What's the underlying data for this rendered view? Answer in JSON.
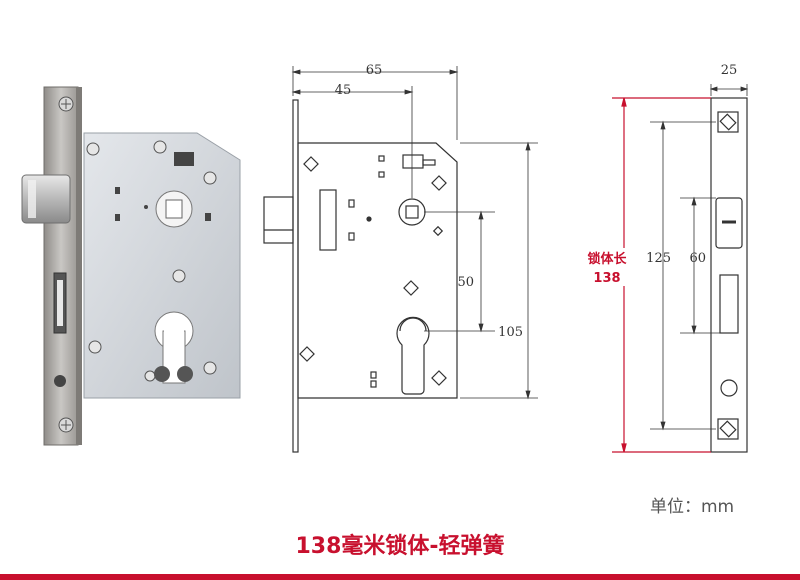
{
  "dimensions": {
    "width_65": "65",
    "width_45": "45",
    "height_50": "50",
    "height_105": "105",
    "faceplate_width": "25",
    "length_125": "125",
    "length_60": "60"
  },
  "body_length": {
    "label": "锁体长",
    "value": "138"
  },
  "unit": "单位：mm",
  "caption": "138毫米锁体-轻弹簧",
  "colors": {
    "accent": "#c8102e",
    "line": "#333333",
    "photo_plate": "#cfd3d8",
    "photo_faceplate": "#a8a6a3"
  }
}
